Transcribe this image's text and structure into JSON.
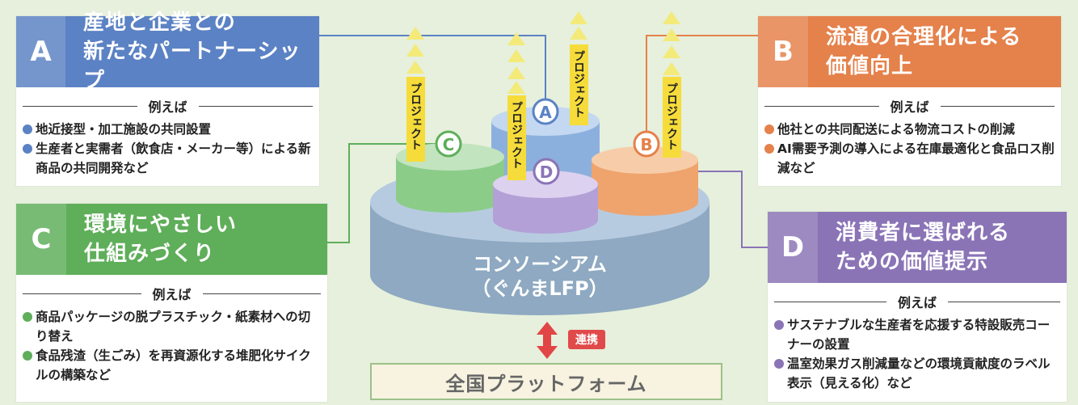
{
  "colors": {
    "A": "#5b82c4",
    "B": "#e5814b",
    "C": "#5fae5a",
    "D": "#8a74b6",
    "base": "#93adc4",
    "project": "#f6dc3a",
    "arrow": "#f3ea7a",
    "link": "#e24545"
  },
  "cards": {
    "A": {
      "letter": "A",
      "title": [
        "産地と企業との",
        "新たなパートナーシップ"
      ],
      "examples_label": "例えば",
      "items": [
        "地近接型・加工施設の共同設置",
        "生産者と実需者（飲食店・メーカー等）による新商品の共同開発など"
      ]
    },
    "B": {
      "letter": "B",
      "title": [
        "流通の合理化による",
        "価値向上"
      ],
      "examples_label": "例えば",
      "items": [
        "他社との共同配送による物流コストの削減",
        "AI需要予測の導入による在庫最適化と食品ロス削減など"
      ]
    },
    "C": {
      "letter": "C",
      "title": [
        "環境にやさしい",
        "仕組みづくり"
      ],
      "examples_label": "例えば",
      "items": [
        "商品パッケージの脱プラスチック・紙素材への切り替え",
        "食品残渣（生ごみ）を再資源化する堆肥化サイクルの構築など"
      ]
    },
    "D": {
      "letter": "D",
      "title": [
        "消費者に選ばれる",
        "ための価値提示"
      ],
      "examples_label": "例えば",
      "items": [
        "サステナブルな生産者を応援する特設販売コーナーの設置",
        "温室効果ガス削減量などの環境貢献度のラベル表示（見える化）など"
      ]
    }
  },
  "center": {
    "consortium": [
      "コンソーシアム",
      "（ぐんまLFP）"
    ],
    "project_label": "プロジェクト",
    "link_label": "連携",
    "platform": "全国プラットフォーム",
    "markers": [
      "A",
      "B",
      "C",
      "D"
    ]
  }
}
